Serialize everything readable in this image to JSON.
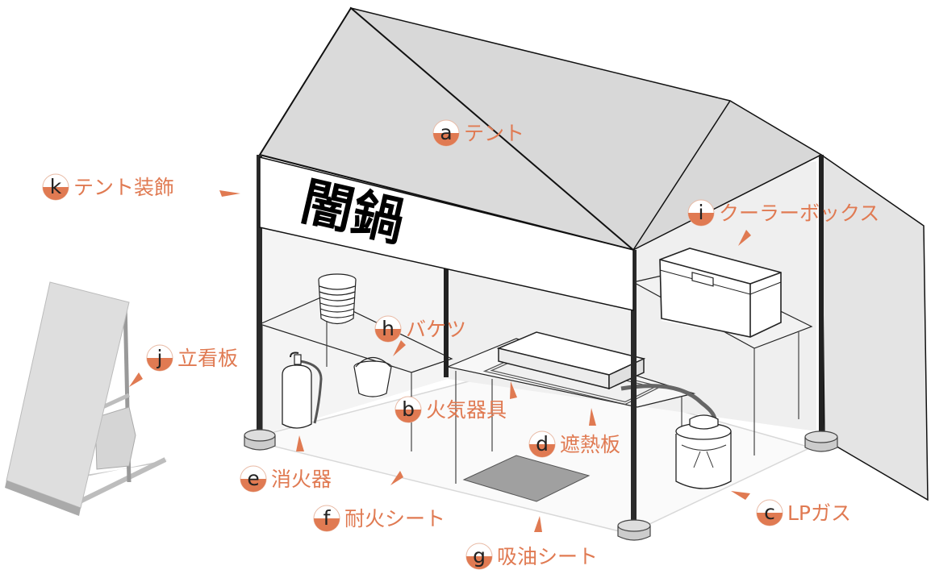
{
  "accent_color": "#e07a52",
  "sign_text": "闇鍋",
  "labels": [
    {
      "id": "a",
      "letter": "a",
      "text": "テント"
    },
    {
      "id": "b",
      "letter": "b",
      "text": "火気器具"
    },
    {
      "id": "c",
      "letter": "c",
      "text": "LPガス"
    },
    {
      "id": "d",
      "letter": "d",
      "text": "遮熱板"
    },
    {
      "id": "e",
      "letter": "e",
      "text": "消火器"
    },
    {
      "id": "f",
      "letter": "f",
      "text": "耐火シート"
    },
    {
      "id": "g",
      "letter": "g",
      "text": "吸油シート"
    },
    {
      "id": "h",
      "letter": "h",
      "text": "バケツ"
    },
    {
      "id": "i",
      "letter": "i",
      "text": "クーラーボックス"
    },
    {
      "id": "j",
      "letter": "j",
      "text": "立看板"
    },
    {
      "id": "k",
      "letter": "k",
      "text": "テント装飾"
    }
  ]
}
